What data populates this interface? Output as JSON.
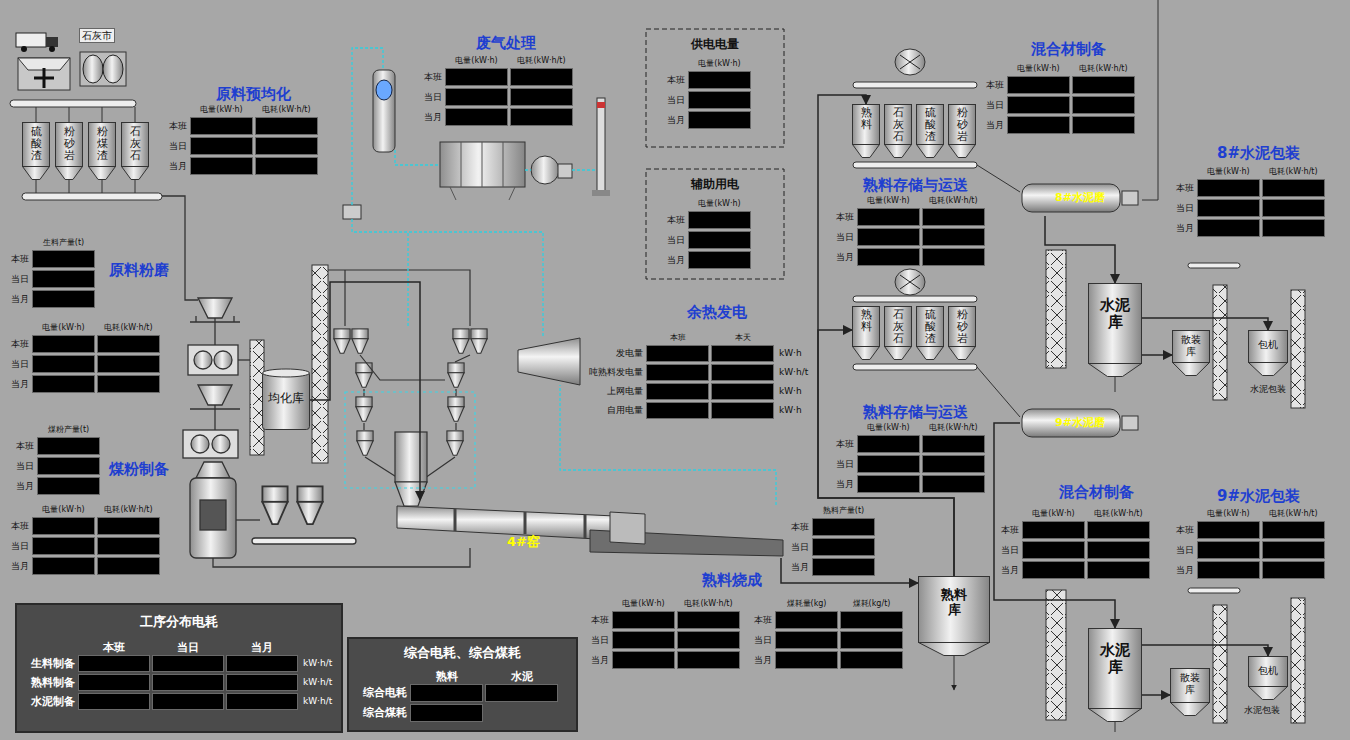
{
  "diagram": {
    "nodes": [
      {
        "text": [
          "硫酸渣"
        ]
      },
      {
        "text": [
          "粉砂岩"
        ]
      },
      {
        "text": [
          "粉煤渣"
        ]
      },
      {
        "text": [
          "石灰石"
        ]
      },
      {
        "text": [
          "供电电量"
        ]
      },
      {
        "text": [
          "辅助用电"
        ]
      },
      {
        "text": [
          "均化库"
        ]
      },
      {
        "text": [
          "4#窑"
        ]
      },
      {
        "text": [
          "熟料库"
        ]
      },
      {
        "text": [
          "熟料"
        ]
      },
      {
        "text": [
          "石灰石"
        ]
      },
      {
        "text": [
          "硫酸渣"
        ]
      },
      {
        "text": [
          "粉砂岩"
        ]
      },
      {
        "text": [
          "8#水泥磨"
        ]
      },
      {
        "text": [
          "水泥库"
        ]
      },
      {
        "text": [
          "散装库"
        ]
      },
      {
        "text": [
          "包机"
        ]
      },
      {
        "text": [
          "熟料"
        ]
      },
      {
        "text": [
          "石灰石"
        ]
      },
      {
        "text": [
          "硫酸渣"
        ]
      },
      {
        "text": [
          "粉砂岩"
        ]
      },
      {
        "text": [
          "9#水泥磨"
        ]
      },
      {
        "text": [
          "水泥库"
        ]
      },
      {
        "text": [
          "散装库"
        ]
      },
      {
        "text": [
          "包机"
        ]
      },
      {
        "text": [
          "工序分布电耗"
        ]
      },
      {
        "text": [
          "综合电耗、综合煤耗"
        ]
      }
    ],
    "edges": [
      {
        "from": 6,
        "to": 7,
        "arrow": "to"
      },
      {
        "from": 7,
        "to": 8,
        "arrow": "to"
      },
      {
        "from": 8,
        "to": 9,
        "arrow": "to"
      },
      {
        "from": 8,
        "to": 17,
        "arrow": "to"
      },
      {
        "from": 13,
        "to": 14,
        "arrow": "to"
      },
      {
        "from": 14,
        "to": 15,
        "arrow": "to"
      },
      {
        "from": 14,
        "to": 16,
        "arrow": "to"
      },
      {
        "from": 21,
        "to": 22,
        "arrow": "to"
      },
      {
        "from": 22,
        "to": 23,
        "arrow": "to"
      },
      {
        "from": 22,
        "to": 24,
        "arrow": "to"
      }
    ],
    "labels": [
      "石灰市",
      "原料预均化",
      "电量(kW·h)",
      "电耗(kW·h/t)",
      "本班",
      "当日",
      "当月",
      "生料产量(t)",
      "本班",
      "当日",
      "当月",
      "原料粉磨",
      "电量(kW·h)",
      "电耗(kW·h/t)",
      "本班",
      "当日",
      "当月",
      "煤粉产量(t)",
      "本班",
      "当日",
      "当月",
      "煤粉制备",
      "电量(kW·h)",
      "电耗(kW·h/t)",
      "本班",
      "当日",
      "当月",
      "废气处理",
      "电量(kW·h)",
      "电耗(kW·h/t)",
      "本班",
      "当日",
      "当月",
      "电量(kW·h)",
      "本班",
      "当日",
      "当月",
      "电量(kW·h)",
      "本班",
      "当日",
      "当月",
      "余热发电",
      "本班",
      "本天",
      "发电量",
      "吨熟料发电量",
      "上网电量",
      "自用电量",
      "kW·h",
      "kW·h/t",
      "kW·h",
      "kW·h",
      "熟料产量(t)",
      "本班",
      "当日",
      "当月",
      "熟料烧成",
      "电量(kW·h)",
      "电耗(kW·h/t)",
      "本班",
      "当日",
      "当月",
      "煤耗量(kg)",
      "煤耗(kg/t)",
      "本班",
      "当日",
      "当月",
      "混合材制备",
      "电量(kW·h)",
      "电耗(kW·h/t)",
      "本班",
      "当日",
      "当月",
      "熟料存储与运送",
      "电量(kW·h)",
      "电耗(kW·h/t)",
      "本班",
      "当日",
      "当月",
      "8#水泥包装",
      "电量(kW·h)",
      "电耗(kW·h/t)",
      "本班",
      "当日",
      "当月",
      "水泥包装",
      "熟料存储与运送",
      "电量(kW·h)",
      "电耗(kW·h/t)",
      "本班",
      "当日",
      "当月",
      "混合材制备",
      "电量(kW·h)",
      "电耗(kW·h/t)",
      "本班",
      "当日",
      "当月",
      "9#水泥包装",
      "电量(kW·h)",
      "电耗(kW·h/t)",
      "本班",
      "当日",
      "当月",
      "水泥包装",
      "本班",
      "当日",
      "当月",
      "生料制备",
      "熟料制备",
      "水泥制备",
      "kW·h/t",
      "kW·h/t",
      "kW·h/t",
      "熟料",
      "水泥",
      "综合电耗",
      "综合煤耗"
    ]
  }
}
